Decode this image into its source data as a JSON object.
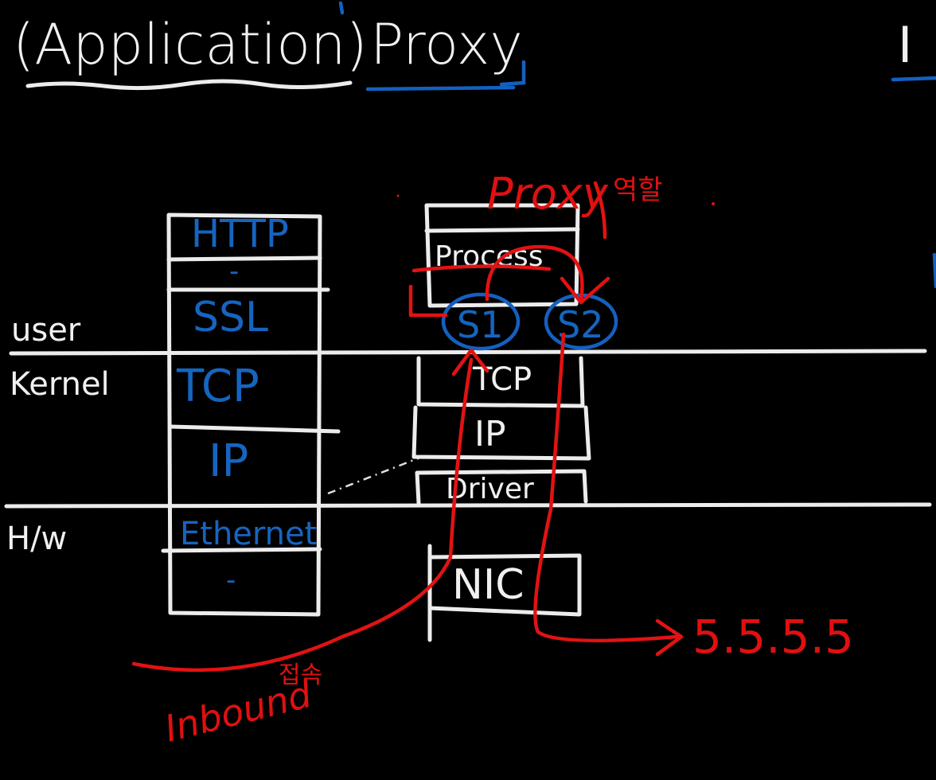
{
  "title": {
    "prefix": "(Application)",
    "main": "Proxy"
  },
  "layers": {
    "user": "user",
    "kernel": "Kernel",
    "hw": "H/w"
  },
  "left_stack": {
    "rows": [
      "HTTP",
      "-",
      "SSL",
      "TCP",
      "IP",
      "Ethernet",
      "-"
    ]
  },
  "right_stack": {
    "process": "Process",
    "tcp": "TCP",
    "ip": "IP",
    "driver": "Driver",
    "nic": "NIC",
    "socket1": "S1",
    "socket2": "S2"
  },
  "annotations": {
    "proxy_role": "Proxy",
    "proxy_role_kr": "역할",
    "inbound": "Inbound",
    "inbound_kr": "접속",
    "destination": "5.5.5.5"
  },
  "colors": {
    "background": "#000000",
    "chalk_white": "#f0f0f0",
    "chalk_blue": "#1565c0",
    "chalk_red": "#e01010"
  }
}
